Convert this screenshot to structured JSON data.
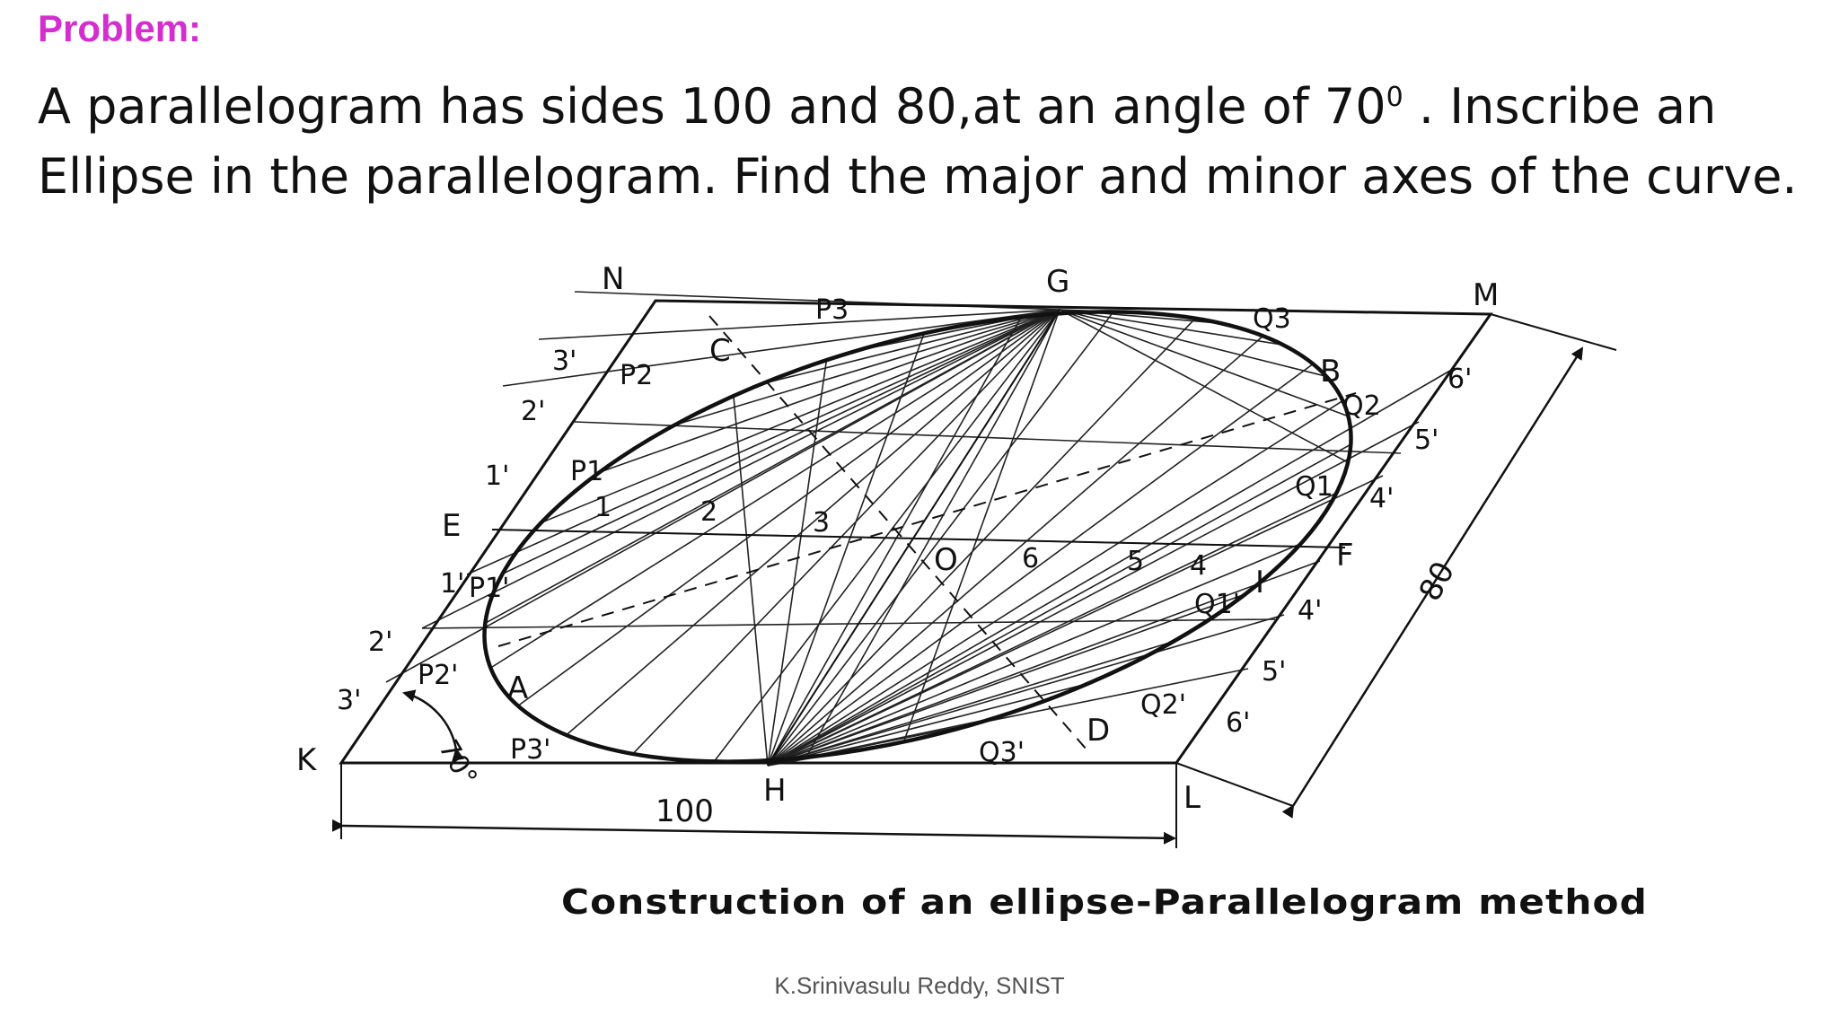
{
  "slide": {
    "heading": "Problem:",
    "statement_part1": "A parallelogram has sides 100 and 80,at an angle of 70",
    "statement_sup": "0",
    "statement_part2": " . Inscribe an Ellipse in the parallelogram. Find the major and minor axes of the curve.",
    "credit": "K.Srinivasulu Reddy, SNIST"
  },
  "diagram": {
    "caption": "Construction of an ellipse-Parallelogram method",
    "corner_labels": {
      "K": "K",
      "L": "L",
      "M": "M",
      "N": "N"
    },
    "point_labels": {
      "G": "G",
      "H": "H",
      "E": "E",
      "F": "F",
      "O": "O",
      "A": "A",
      "B": "B",
      "C": "C",
      "D": "D",
      "I": "I"
    },
    "dimensions": {
      "horizontal": "100",
      "slanted": "80",
      "angle": "70°"
    },
    "division_labels": {
      "left_upper": [
        "3'",
        "2'",
        "1'"
      ],
      "left_lower": [
        "1'",
        "2'",
        "3'"
      ],
      "right_upper": [
        "6'",
        "5'",
        "4'"
      ],
      "right_lower": [
        "4'",
        "5'",
        "6'"
      ],
      "axis_marks": [
        "1",
        "2",
        "3",
        "6",
        "5",
        "4"
      ]
    },
    "p_labels": [
      "P1",
      "P2",
      "P3",
      "P1'",
      "P2'",
      "P3'"
    ],
    "q_labels": [
      "Q1",
      "Q2",
      "Q3",
      "Q1'",
      "Q2'",
      "Q3'"
    ],
    "colors": {
      "heading": "#d42ecf",
      "ink": "#111111",
      "credit": "#555555"
    }
  }
}
